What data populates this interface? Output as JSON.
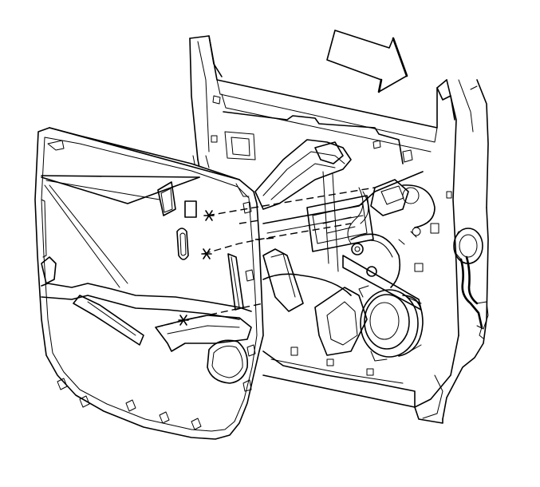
{
  "diagram": {
    "view": "exploded-line-drawing",
    "colors": {
      "line": "#000000",
      "background": "#ffffff"
    },
    "parts": [
      "door-frame",
      "door-trim-panel",
      "window-regulator",
      "speaker",
      "wiring-harness",
      "direction-arrow"
    ]
  }
}
